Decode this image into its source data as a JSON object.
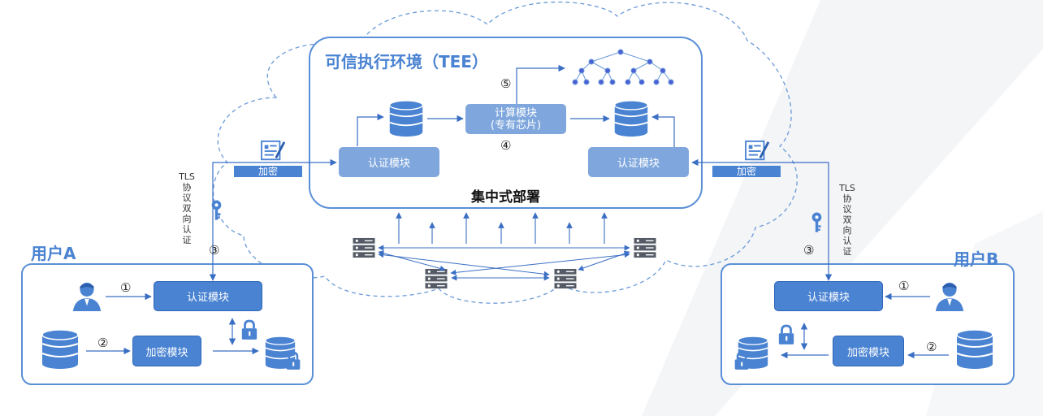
{
  "tee": {
    "title": "可信执行环境（TEE）",
    "subtitle": "集中式部署"
  },
  "modules": {
    "tee_auth_left": "认证模块",
    "tee_auth_right": "认证模块",
    "compute_line1": "计算模块",
    "compute_line2": "(专有芯片)",
    "userA_auth": "认证模块",
    "userA_encrypt": "加密模块",
    "userB_auth": "认证模块",
    "userB_encrypt": "加密模块"
  },
  "labels": {
    "encrypt_left": "加密",
    "encrypt_right": "加密",
    "tls_left": [
      "TLS",
      "协",
      "议",
      "双",
      "向",
      "认",
      "证"
    ],
    "tls_right": [
      "TLS",
      "协",
      "议",
      "双",
      "向",
      "认",
      "证"
    ]
  },
  "users": {
    "a": "用户A",
    "b": "用户B"
  },
  "steps": {
    "s1a": "①",
    "s2a": "②",
    "s3a": "③",
    "s1b": "①",
    "s2b": "②",
    "s3b": "③",
    "s4": "④",
    "s5": "⑤"
  },
  "colors": {
    "accent": "#4a83d2",
    "light": "#7fa7dd",
    "line": "#3a6fc4",
    "frame": "#5a8fd6",
    "dash": "#6a9ad8"
  },
  "icons": [
    "database-icon",
    "tree-icon",
    "user-icon",
    "lock-icon",
    "key-icon",
    "certificate-icon",
    "server-icon"
  ]
}
